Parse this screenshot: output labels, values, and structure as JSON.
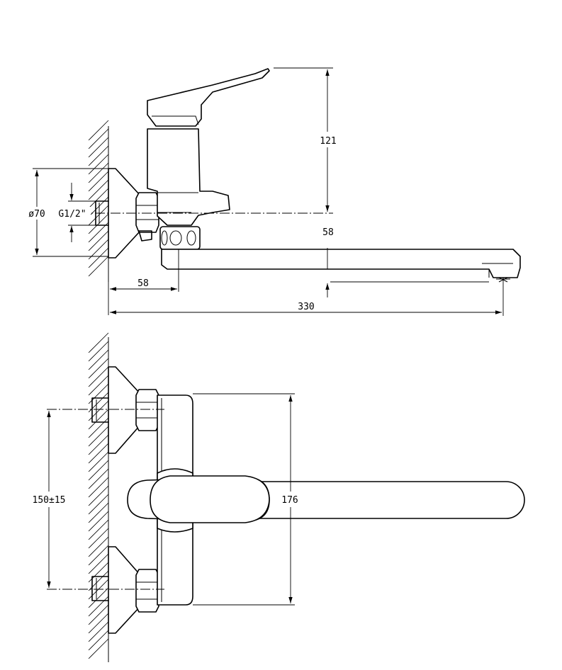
{
  "dimensions": {
    "handle_height": "121",
    "spout_offset": "58",
    "wall_offset": "58",
    "spout_reach": "330",
    "flange_diameter": "ø70",
    "thread": "G1/2\"",
    "spacing": "150±15",
    "body_length": "176"
  }
}
